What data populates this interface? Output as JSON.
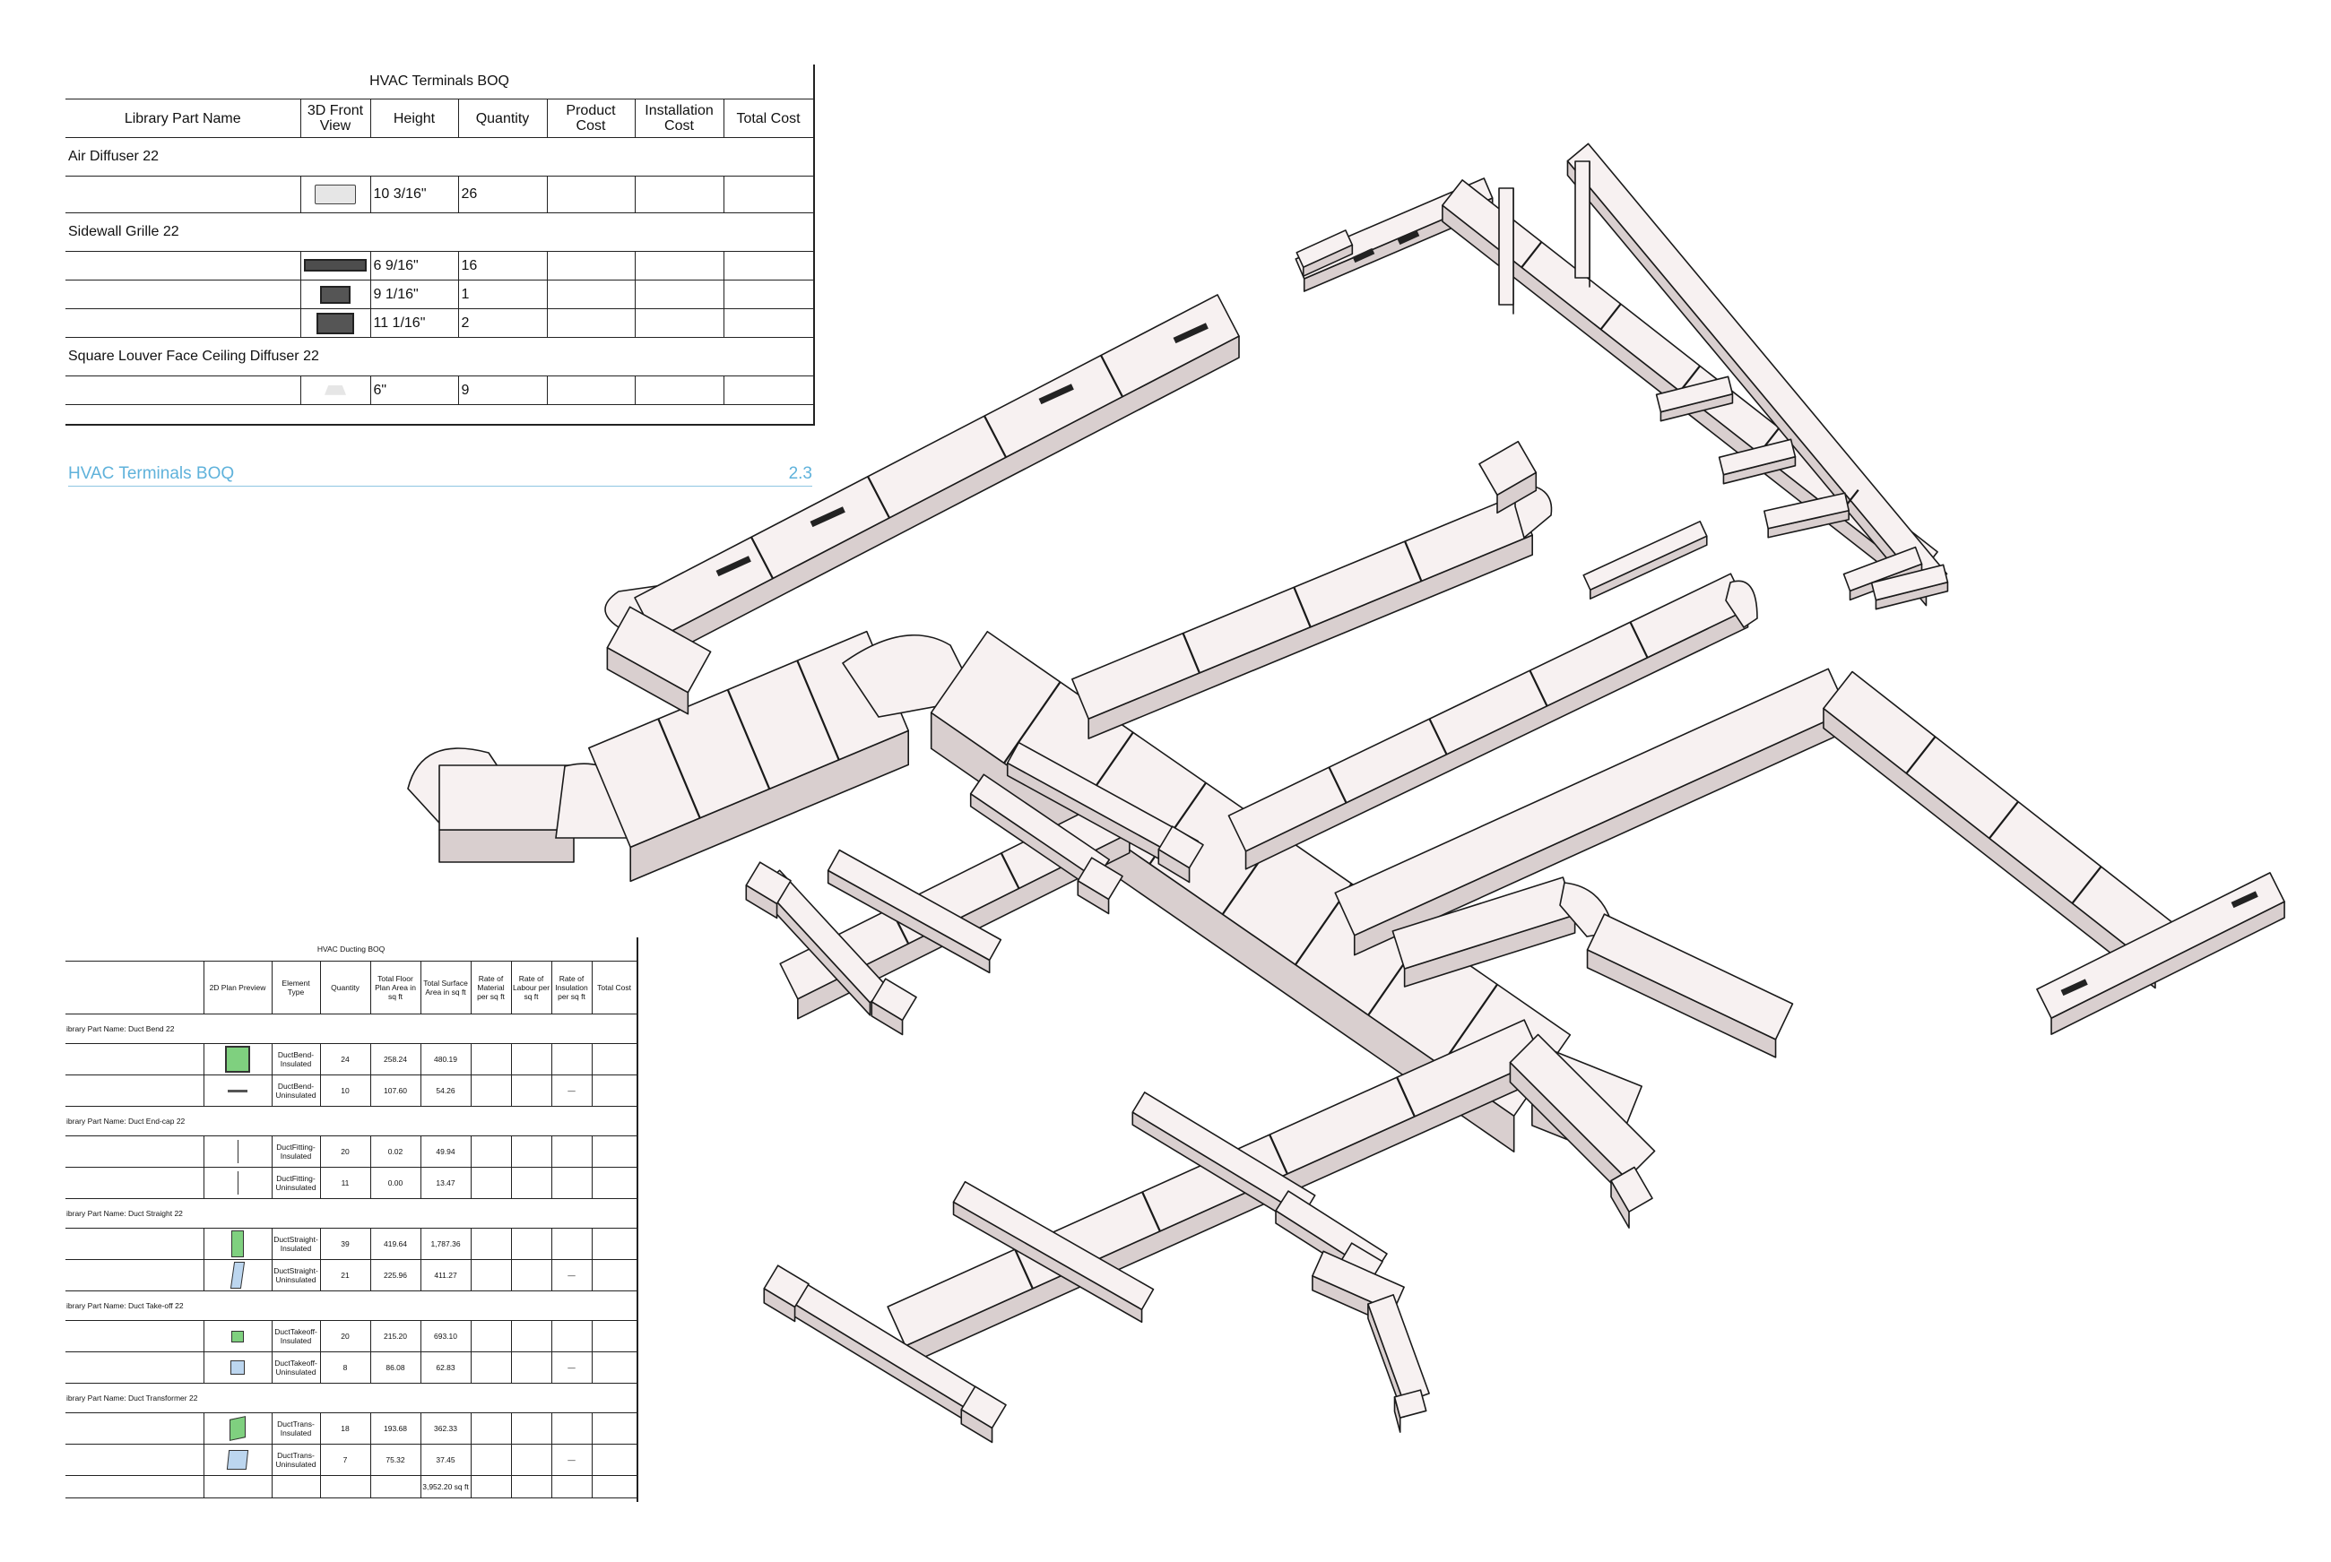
{
  "terminals_boq": {
    "title": "HVAC Terminals BOQ",
    "columns": [
      "Library Part Name",
      "3D Front View",
      "Height",
      "Quantity",
      "Product Cost",
      "Installation Cost",
      "Total Cost"
    ],
    "groups": [
      {
        "name": "Air Diffuser 22",
        "rows": [
          {
            "icon": "air-diffuser-icon",
            "height": "10 3/16\"",
            "quantity": "26"
          }
        ]
      },
      {
        "name": "Sidewall Grille 22",
        "rows": [
          {
            "icon": "sidewall-grille-long-icon",
            "height": "6 9/16\"",
            "quantity": "16"
          },
          {
            "icon": "sidewall-grille-small-icon",
            "height": "9 1/16\"",
            "quantity": "1"
          },
          {
            "icon": "sidewall-grille-medium-icon",
            "height": "11 1/16\"",
            "quantity": "2"
          }
        ]
      },
      {
        "name": "Square Louver Face Ceiling Diffuser 22",
        "rows": [
          {
            "icon": "louver-diffuser-icon",
            "height": "6\"",
            "quantity": "9"
          }
        ]
      }
    ],
    "footer_title": "HVAC Terminals BOQ",
    "footer_number": "2.3"
  },
  "ducting_boq": {
    "title": "HVAC Ducting BOQ",
    "columns": [
      "",
      "2D Plan Preview",
      "Element Type",
      "Quantity",
      "Total Floor Plan Area in sq ft",
      "Total Surface Area in sq ft",
      "Rate of Material per sq ft",
      "Rate of Labour per sq ft",
      "Rate of Insulation per sq ft",
      "Total Cost"
    ],
    "groups": [
      {
        "name": "ibrary Part Name:  Duct Bend 22",
        "rows": [
          {
            "icon": "duct-bend-insulated-icon",
            "type": "DuctBend-Insulated",
            "qty": "24",
            "floor": "258.24",
            "surface": "480.19",
            "insul": ""
          },
          {
            "icon": "duct-bend-uninsulated-icon",
            "type": "DuctBend-Uninsulated",
            "qty": "10",
            "floor": "107.60",
            "surface": "54.26",
            "insul": "—"
          }
        ]
      },
      {
        "name": "ibrary Part Name:  Duct End-cap 22",
        "rows": [
          {
            "icon": "duct-endcap-insulated-icon",
            "type": "DuctFitting-Insulated",
            "qty": "20",
            "floor": "0.02",
            "surface": "49.94",
            "insul": ""
          },
          {
            "icon": "duct-endcap-uninsulated-icon",
            "type": "DuctFitting-Uninsulated",
            "qty": "11",
            "floor": "0.00",
            "surface": "13.47",
            "insul": ""
          }
        ]
      },
      {
        "name": "ibrary Part Name:  Duct Straight 22",
        "rows": [
          {
            "icon": "duct-straight-insulated-icon",
            "type": "DuctStraight-Insulated",
            "qty": "39",
            "floor": "419.64",
            "surface": "1,787.36",
            "insul": ""
          },
          {
            "icon": "duct-straight-uninsulated-icon",
            "type": "DuctStraight-Uninsulated",
            "qty": "21",
            "floor": "225.96",
            "surface": "411.27",
            "insul": "—"
          }
        ]
      },
      {
        "name": "ibrary Part Name:  Duct Take-off 22",
        "rows": [
          {
            "icon": "duct-takeoff-insulated-icon",
            "type": "DuctTakeoff-Insulated",
            "qty": "20",
            "floor": "215.20",
            "surface": "693.10",
            "insul": ""
          },
          {
            "icon": "duct-takeoff-uninsulated-icon",
            "type": "DuctTakeoff-Uninsulated",
            "qty": "8",
            "floor": "86.08",
            "surface": "62.83",
            "insul": "—"
          }
        ]
      },
      {
        "name": "ibrary Part Name:  Duct Transformer 22",
        "rows": [
          {
            "icon": "duct-transformer-insulated-icon",
            "type": "DuctTrans-Insulated",
            "qty": "18",
            "floor": "193.68",
            "surface": "362.33",
            "insul": ""
          },
          {
            "icon": "duct-transformer-uninsulated-icon",
            "type": "DuctTrans-Uninsulated",
            "qty": "7",
            "floor": "75.32",
            "surface": "37.45",
            "insul": "—"
          }
        ]
      }
    ],
    "total_surface": "3,952.20 sq ft"
  },
  "model": {
    "colors": {
      "duct_face": "#ece4e4",
      "duct_top": "#f7f1f1",
      "duct_side": "#d9cfcf",
      "edge": "#1a1a1a",
      "grille": "#222222"
    },
    "icon": "isometric-duct-network-icon"
  }
}
